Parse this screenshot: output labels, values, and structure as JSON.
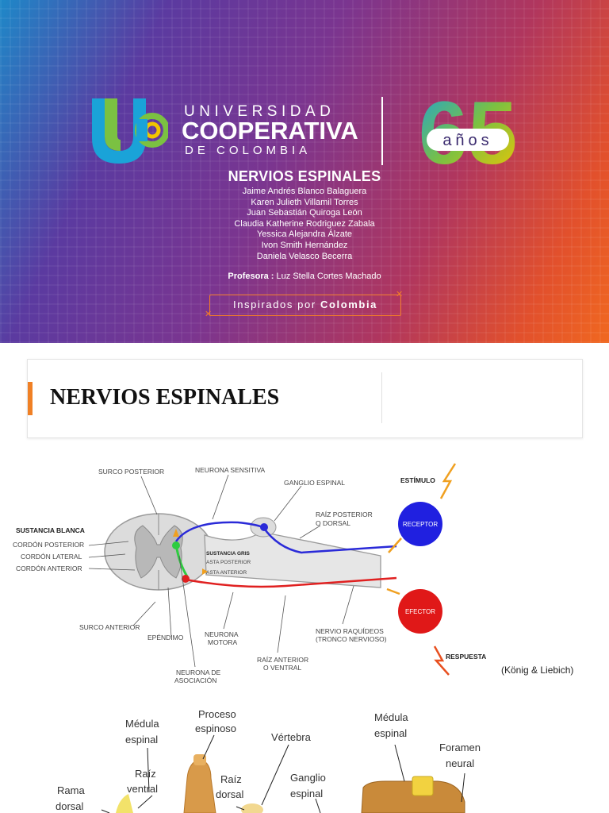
{
  "cover": {
    "university": {
      "line1": "UNIVERSIDAD",
      "line2": "COOPERATIVA",
      "line3": "DE COLOMBIA"
    },
    "anniversary": {
      "number": "65",
      "label": "años"
    },
    "title": "NERVIOS ESPINALES",
    "authors": [
      "Jaime Andrés Blanco Balaguera",
      "Karen Julieth Villamil Torres",
      "Juan Sebastián Quiroga León",
      "Claudia Katherine Rodriguez Zabala",
      "Yessica Alejandra Álzate",
      "Ivon Smith Hernández",
      "Daniela Velasco Becerra"
    ],
    "professor_label": "Profesora :",
    "professor_name": "Luz Stella Cortes Machado",
    "slogan_prefix": "Inspirados por",
    "slogan_bold": "Colombia"
  },
  "slide2": {
    "heading": "NERVIOS ESPINALES",
    "citation": "(König & Liebich)",
    "diagram_labels": {
      "surco_posterior": "SURCO POSTERIOR",
      "neurona_sensitiva": "NEURONA SENSITIVA",
      "ganglio_espinal": "GANGLIO ESPINAL",
      "estimulo": "ESTÍMULO",
      "sustancia_blanca": "SUSTANCIA BLANCA",
      "cordon_posterior": "CORDÓN POSTERIOR",
      "cordon_lateral": "CORDÓN LATERAL",
      "cordon_anterior": "CORDÓN ANTERIOR",
      "raiz_posterior_1": "RAÍZ POSTERIOR",
      "raiz_posterior_2": "O DORSAL",
      "receptor": "RECEPTOR",
      "sustancia_gris": "SUSTANCIA GRIS",
      "asta_posterior": "ASTA POSTERIOR",
      "asta_anterior": "ASTA ANTERIOR",
      "efector": "EFECTOR",
      "surco_anterior": "SURCO ANTERIOR",
      "ependimo": "EPÉNDIMO",
      "neurona_motora_1": "NEURONA",
      "neurona_motora_2": "MOTORA",
      "nervio_1": "NERVIO RAQUÍDEOS",
      "nervio_2": "(TRONCO NERVIOSO)",
      "respuesta": "RESPUESTA",
      "raiz_anterior_1": "RAÍZ ANTERIOR",
      "raiz_anterior_2": "O VENTRAL",
      "neurona_asoc_1": "NEURONA DE",
      "neurona_asoc_2": "ASOCIACIÓN"
    },
    "anatomy_labels": {
      "medula_1": "Médula",
      "medula_2": "espinal",
      "proceso_1": "Proceso",
      "proceso_2": "espinoso",
      "vertebra": "Vértebra",
      "raiz_ventral_1": "Raíz",
      "raiz_ventral_2": "ventral",
      "raiz_dorsal_1": "Raíz",
      "raiz_dorsal_2": "dorsal",
      "ganglio_1": "Ganglio",
      "ganglio_2": "espinal",
      "rama_1": "Rama",
      "rama_2": "dorsal",
      "medula_r_1": "Médula",
      "medula_r_2": "espinal",
      "foramen_1": "Foramen",
      "foramen_2": "neural"
    }
  },
  "colors": {
    "accent_orange": "#f08025",
    "sensory_blue": "#2a2ad8",
    "motor_red": "#e02020",
    "association_green": "#2ecc40"
  }
}
